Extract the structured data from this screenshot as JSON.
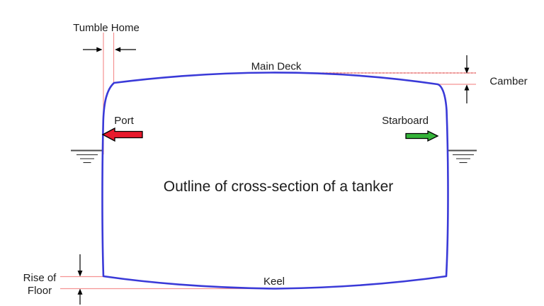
{
  "diagram": {
    "title": "Outline of cross-section of a tanker",
    "labels": {
      "tumble_home": "Tumble Home",
      "main_deck": "Main Deck",
      "camber": "Camber",
      "port": "Port",
      "starboard": "Starboard",
      "rise_of_floor_line1": "Rise of",
      "rise_of_floor_line2": "Floor",
      "keel": "Keel"
    },
    "colors": {
      "background": "#ffffff",
      "hull_outline": "#3a3ad8",
      "reference_line": "#f59393",
      "reference_line_dashed": "#e06a6a",
      "dimension_arrow": "#000000",
      "waterline_top": "#4d4d4d",
      "waterline_lines": "#262626",
      "port_arrow_fill": "#e8192c",
      "starboard_arrow_fill": "#35b43a",
      "arrow_outline": "#000000",
      "text": "#1c1c1c"
    }
  }
}
